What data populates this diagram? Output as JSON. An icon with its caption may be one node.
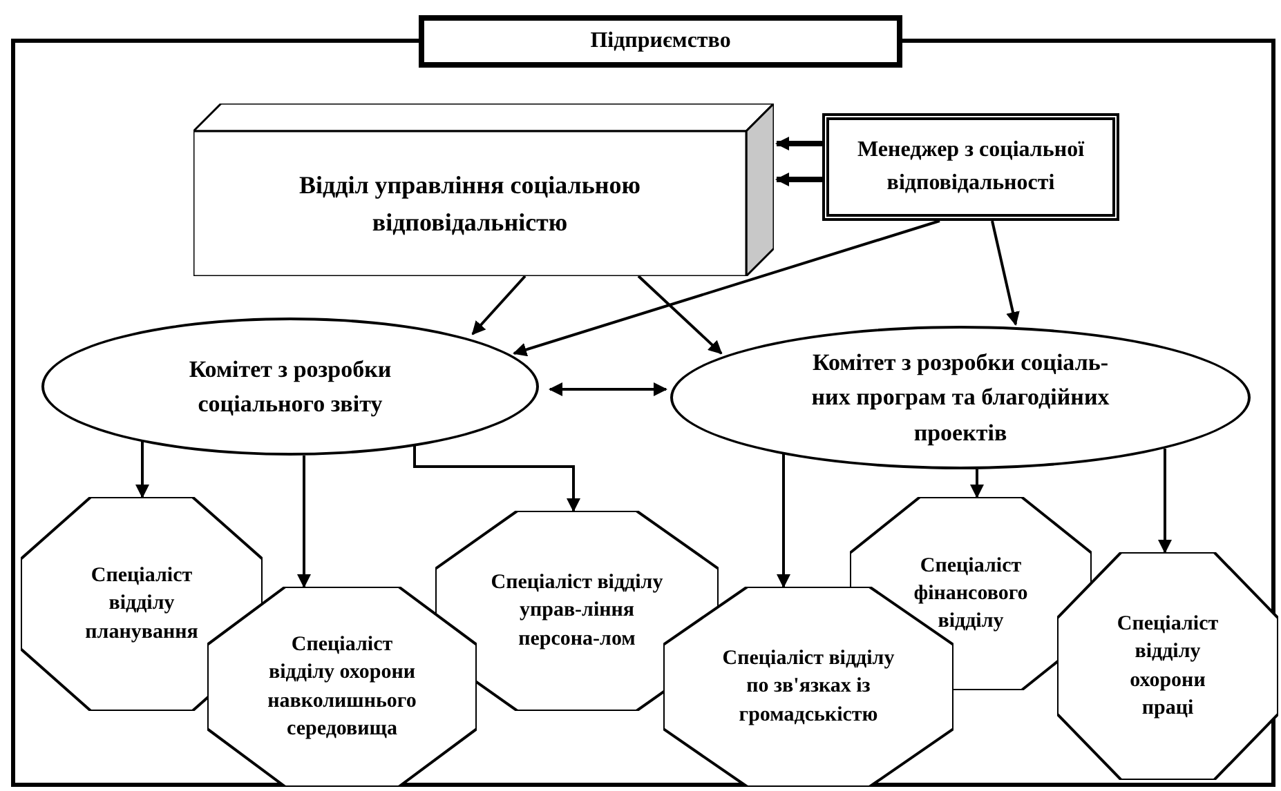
{
  "diagram": {
    "nodes": [
      {
        "text": [
          "Підприємство"
        ]
      },
      {
        "text": [
          "Відділ управління соціальною відповідальністю"
        ],
        "in": 0
      },
      {
        "text": [
          "Менеджер з соціальної відповідальності"
        ],
        "in": 0
      },
      {
        "text": [
          "Комітет з розробки соціального звіту"
        ],
        "in": 0
      },
      {
        "text": [
          "Комітет з розробки соціаль-них програм та благодійних проектів"
        ],
        "in": 0
      },
      {
        "text": [
          "Спеціаліст відділу планування"
        ],
        "in": 0
      },
      {
        "text": [
          "Спеціаліст відділу охорони навколишнього середовища"
        ],
        "in": 0
      },
      {
        "text": [
          "Спеціаліст відділу управ-ління персона-лом"
        ],
        "in": 0
      },
      {
        "text": [
          "Спеціаліст відділу по зв'язках із громадськістю"
        ],
        "in": 0
      },
      {
        "text": [
          "Спеціаліст фінансового відділу"
        ],
        "in": 0
      },
      {
        "text": [
          "Спеціаліст відділу охорони праці"
        ],
        "in": 0
      }
    ],
    "edges": [
      {
        "from": 2,
        "to": 1,
        "arrow": "to",
        "style": "thick"
      },
      {
        "from": 2,
        "to": 1,
        "arrow": "to",
        "style": "thick"
      },
      {
        "from": 1,
        "to": 3,
        "arrow": "to"
      },
      {
        "from": 1,
        "to": 4,
        "arrow": "to"
      },
      {
        "from": 2,
        "to": 3,
        "arrow": "to"
      },
      {
        "from": 2,
        "to": 4,
        "arrow": "to"
      },
      {
        "from": 3,
        "to": 4,
        "arrow": "both"
      },
      {
        "from": 3,
        "to": 5,
        "arrow": "to"
      },
      {
        "from": 3,
        "to": 6,
        "arrow": "to"
      },
      {
        "from": 3,
        "to": 7,
        "arrow": "to"
      },
      {
        "from": 4,
        "to": 8,
        "arrow": "to"
      },
      {
        "from": 4,
        "to": 9,
        "arrow": "to"
      },
      {
        "from": 4,
        "to": 10,
        "arrow": "to"
      }
    ]
  }
}
